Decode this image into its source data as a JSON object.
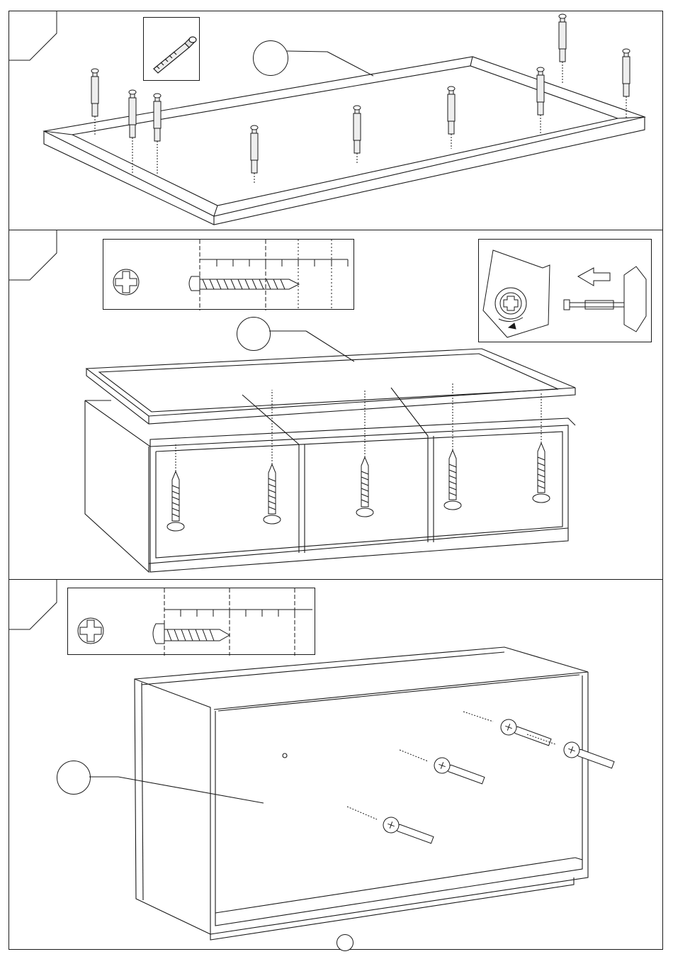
{
  "document": {
    "type": "assembly-instructions",
    "panels": [
      {
        "step_label": "",
        "callout_label": "",
        "inset": {
          "content": "cam-dowel-fitting"
        }
      },
      {
        "step_label": "",
        "callout_label": "",
        "inset_left": {
          "content": "screw-length-guide",
          "icon": "phillips-screwdriver-icon"
        },
        "inset_right": {
          "content": "cam-lock-rotation-guide",
          "icon": "arrow-left-icon"
        }
      },
      {
        "step_label": "",
        "callout_label": "",
        "inset": {
          "content": "screw-length-guide",
          "icon": "phillips-screwdriver-icon"
        }
      }
    ],
    "page_number": ""
  }
}
